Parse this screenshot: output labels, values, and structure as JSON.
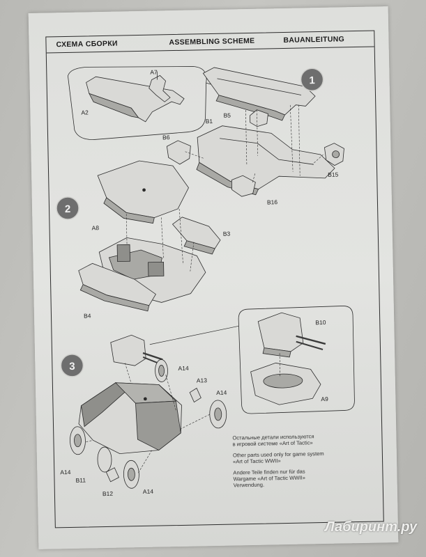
{
  "header": {
    "ru": "СХЕМА СБОРКИ",
    "en": "ASSEMBLING SCHEME",
    "de": "BAUANLEITUNG"
  },
  "steps": [
    "1",
    "2",
    "3"
  ],
  "parts": {
    "A7": "A7",
    "A2": "A2",
    "B5": "B5",
    "B1": "B1",
    "B6": "B6",
    "B15": "B15",
    "B16": "B16",
    "A8": "A8",
    "B3": "B3",
    "B4": "B4",
    "B10": "B10",
    "A9": "A9",
    "A14": "A14",
    "A13": "A13",
    "B11": "B11",
    "B12": "B12"
  },
  "note": {
    "ru_line1": "Остальные детали используются",
    "ru_line2": "в игровой системе «Art of Tactic»",
    "en_line1": "Other parts used only for game system",
    "en_line2": "«Art of Tactic WWII»",
    "de_line1": "Andere Teile finden nur für das",
    "de_line2": "Wargame «Art of Tactic WWII»",
    "de_line3": "Verwendung."
  },
  "watermark": {
    "logo": "Л",
    "text": "абиринт.ру"
  },
  "colors": {
    "paper": "#e1e2df",
    "ink": "#2b2b2b",
    "step_circle": "#6e6e6e",
    "part_fill": "#d9d9d6",
    "part_shade": "#8f8f8b"
  },
  "icons": {
    "step_marker": "circle-number-icon"
  }
}
